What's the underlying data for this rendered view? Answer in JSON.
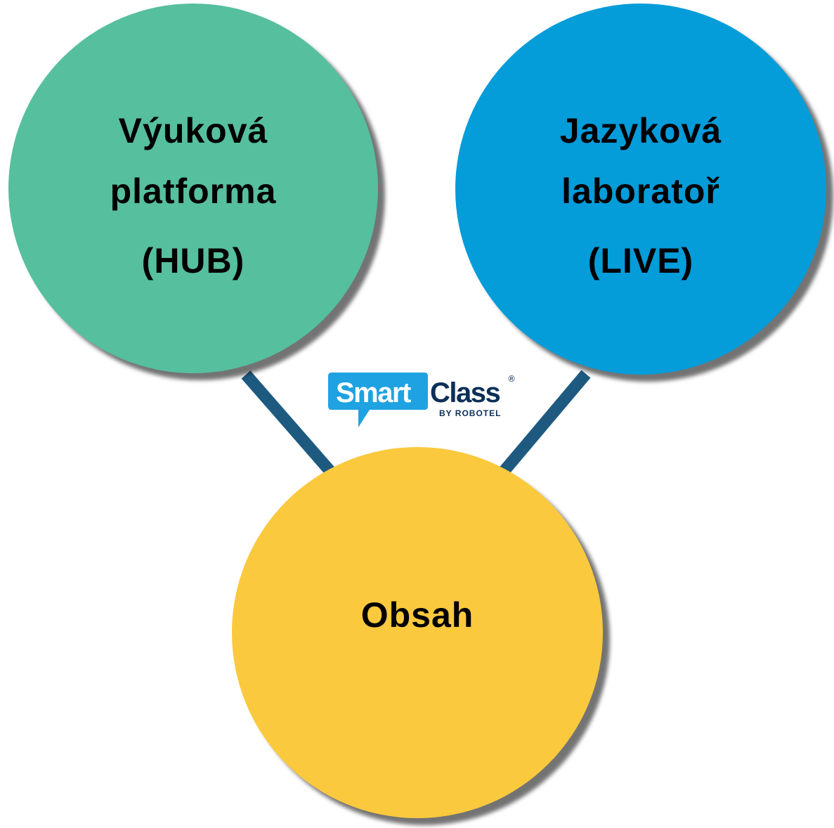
{
  "diagram": {
    "nodes": [
      {
        "id": "hub",
        "lines": [
          "Výuková",
          "platforma",
          "(HUB)"
        ],
        "color": "#56BF9E"
      },
      {
        "id": "live",
        "lines": [
          "Jazyková",
          "laboratoř",
          "(LIVE)"
        ],
        "color": "#059CDA"
      },
      {
        "id": "obsah",
        "label": "Obsah",
        "color": "#FBC93E"
      }
    ],
    "edges": [
      {
        "from": "hub",
        "to": "obsah"
      },
      {
        "from": "live",
        "to": "obsah"
      }
    ],
    "edge_color": "#1E5A80"
  },
  "logo": {
    "word1": "Smart",
    "word2": "Class",
    "registered": "®",
    "tagline": "BY ROBOTEL",
    "bubble_color": "#1FA2E1"
  }
}
